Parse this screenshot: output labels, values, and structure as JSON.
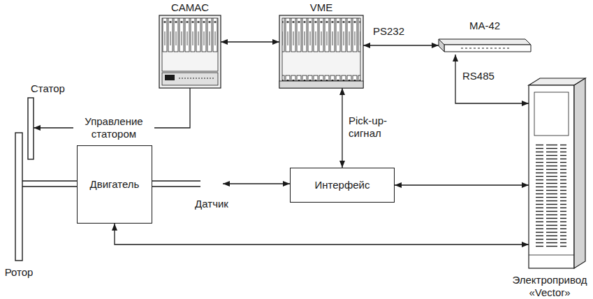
{
  "diagram": {
    "nodes": [
      {
        "text": [
          "CAMAC"
        ]
      },
      {
        "text": [
          "VME"
        ]
      },
      {
        "text": [
          "MA-42"
        ]
      },
      {
        "text": [
          "Статор"
        ]
      },
      {
        "text": [
          "Двигатель"
        ]
      },
      {
        "text": [
          "Датчик"
        ]
      },
      {
        "text": [
          "Интерфейс"
        ]
      },
      {
        "text": [
          "Ротор"
        ]
      },
      {
        "text": [
          "Электропривод «Vector»"
        ]
      }
    ],
    "edges": [
      {
        "from": 0,
        "to": 1,
        "arrow": "both"
      },
      {
        "from": 0,
        "to": 3,
        "label": "Управление статором",
        "arrow": "to"
      },
      {
        "from": 1,
        "to": 2,
        "label": "PS232",
        "arrow": "both"
      },
      {
        "from": 1,
        "to": 6,
        "label": "Pick-up-сигнал",
        "arrow": "both"
      },
      {
        "from": 2,
        "to": 8,
        "label": "RS485",
        "arrow": "both"
      },
      {
        "from": 7,
        "to": 4,
        "arrow": "none"
      },
      {
        "from": 4,
        "to": 5,
        "arrow": "none"
      },
      {
        "from": 5,
        "to": 6,
        "arrow": "both"
      },
      {
        "from": 6,
        "to": 8,
        "arrow": "both"
      },
      {
        "from": 4,
        "to": 8,
        "arrow": "both"
      }
    ]
  }
}
